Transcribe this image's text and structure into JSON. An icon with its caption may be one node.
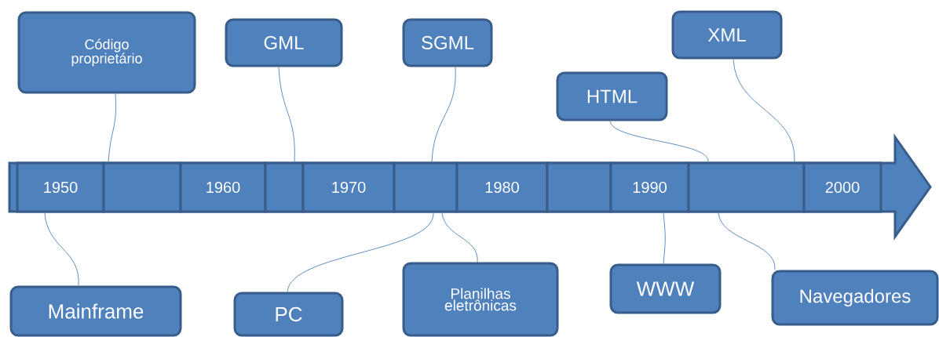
{
  "diagram": {
    "nodes": [
      {
        "text": [
          "Código proprietário"
        ]
      },
      {
        "text": [
          "GML"
        ]
      },
      {
        "text": [
          "SGML"
        ]
      },
      {
        "text": [
          "XML"
        ]
      },
      {
        "text": [
          "HTML"
        ]
      },
      {
        "text": [],
        "shape": "arrow"
      },
      {
        "text": [
          "1950"
        ],
        "in": 5
      },
      {
        "text": [],
        "shape": "box",
        "in": 5
      },
      {
        "text": [
          "1960"
        ],
        "in": 5
      },
      {
        "text": [],
        "shape": "box",
        "in": 5
      },
      {
        "text": [
          "1970"
        ],
        "in": 5
      },
      {
        "text": [],
        "shape": "box",
        "in": 5
      },
      {
        "text": [
          "1980"
        ],
        "in": 5
      },
      {
        "text": [],
        "shape": "box",
        "in": 5
      },
      {
        "text": [
          "1990"
        ],
        "in": 5
      },
      {
        "text": [],
        "shape": "box",
        "in": 5
      },
      {
        "text": [
          "2000"
        ],
        "in": 5
      },
      {
        "text": [
          "Mainframe"
        ]
      },
      {
        "text": [
          "PC"
        ]
      },
      {
        "text": [
          "Planilhas eletrônicas"
        ]
      },
      {
        "text": [
          "WWW"
        ]
      },
      {
        "text": [
          "Navegadores"
        ]
      }
    ],
    "edges": [
      {
        "from": 0,
        "to": 7,
        "arrow": "none"
      },
      {
        "from": 1,
        "to": 9,
        "arrow": "none"
      },
      {
        "from": 2,
        "to": 11,
        "arrow": "none"
      },
      {
        "from": 3,
        "to": 15,
        "arrow": "none"
      },
      {
        "from": 4,
        "to": 15,
        "arrow": "none"
      },
      {
        "from": 17,
        "to": 6,
        "arrow": "none"
      },
      {
        "from": 18,
        "to": 11,
        "arrow": "none"
      },
      {
        "from": 19,
        "to": 11,
        "arrow": "none"
      },
      {
        "from": 20,
        "to": 14,
        "arrow": "none"
      },
      {
        "from": 21,
        "to": 15,
        "arrow": "none"
      }
    ]
  }
}
